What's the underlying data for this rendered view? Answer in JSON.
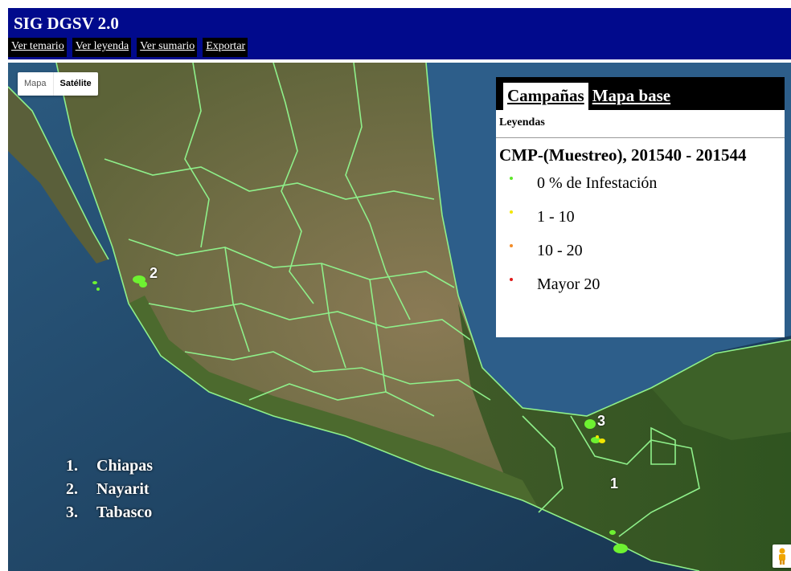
{
  "app": {
    "title": "SIG DGSV 2.0",
    "nav": [
      "Ver temario",
      "Ver leyenda",
      "Ver sumario",
      "Exportar"
    ]
  },
  "map": {
    "type_control": {
      "map_label": "Mapa",
      "satellite_label": "Satélite",
      "selected": "Satélite"
    },
    "markers": [
      {
        "label": "2",
        "state": "Nayarit"
      },
      {
        "label": "3",
        "state": "Tabasco"
      },
      {
        "label": "1",
        "state": "Chiapas"
      }
    ],
    "numbered_list": [
      {
        "n": "1.",
        "name": "Chiapas"
      },
      {
        "n": "2.",
        "name": "Nayarit"
      },
      {
        "n": "3.",
        "name": "Tabasco"
      }
    ],
    "pegman_icon": "street-view-pegman-icon"
  },
  "legend": {
    "tabs": [
      "Campañas",
      "Mapa base"
    ],
    "active_tab": "Campañas",
    "heading": "Leyendas",
    "title": "CMP-(Muestreo), 201540 - 201544",
    "items": [
      {
        "label": "0 % de Infestación",
        "color": "#5ee62b"
      },
      {
        "label": "1 - 10",
        "color": "#f2e600"
      },
      {
        "label": "10 - 20",
        "color": "#f28c28"
      },
      {
        "label": "Mayor 20",
        "color": "#e01b1b"
      }
    ]
  },
  "colors": {
    "header_bg": "#010a8c",
    "state_border": "#8ff08a",
    "ocean": "#1f4568",
    "land": "#5b6a36"
  }
}
